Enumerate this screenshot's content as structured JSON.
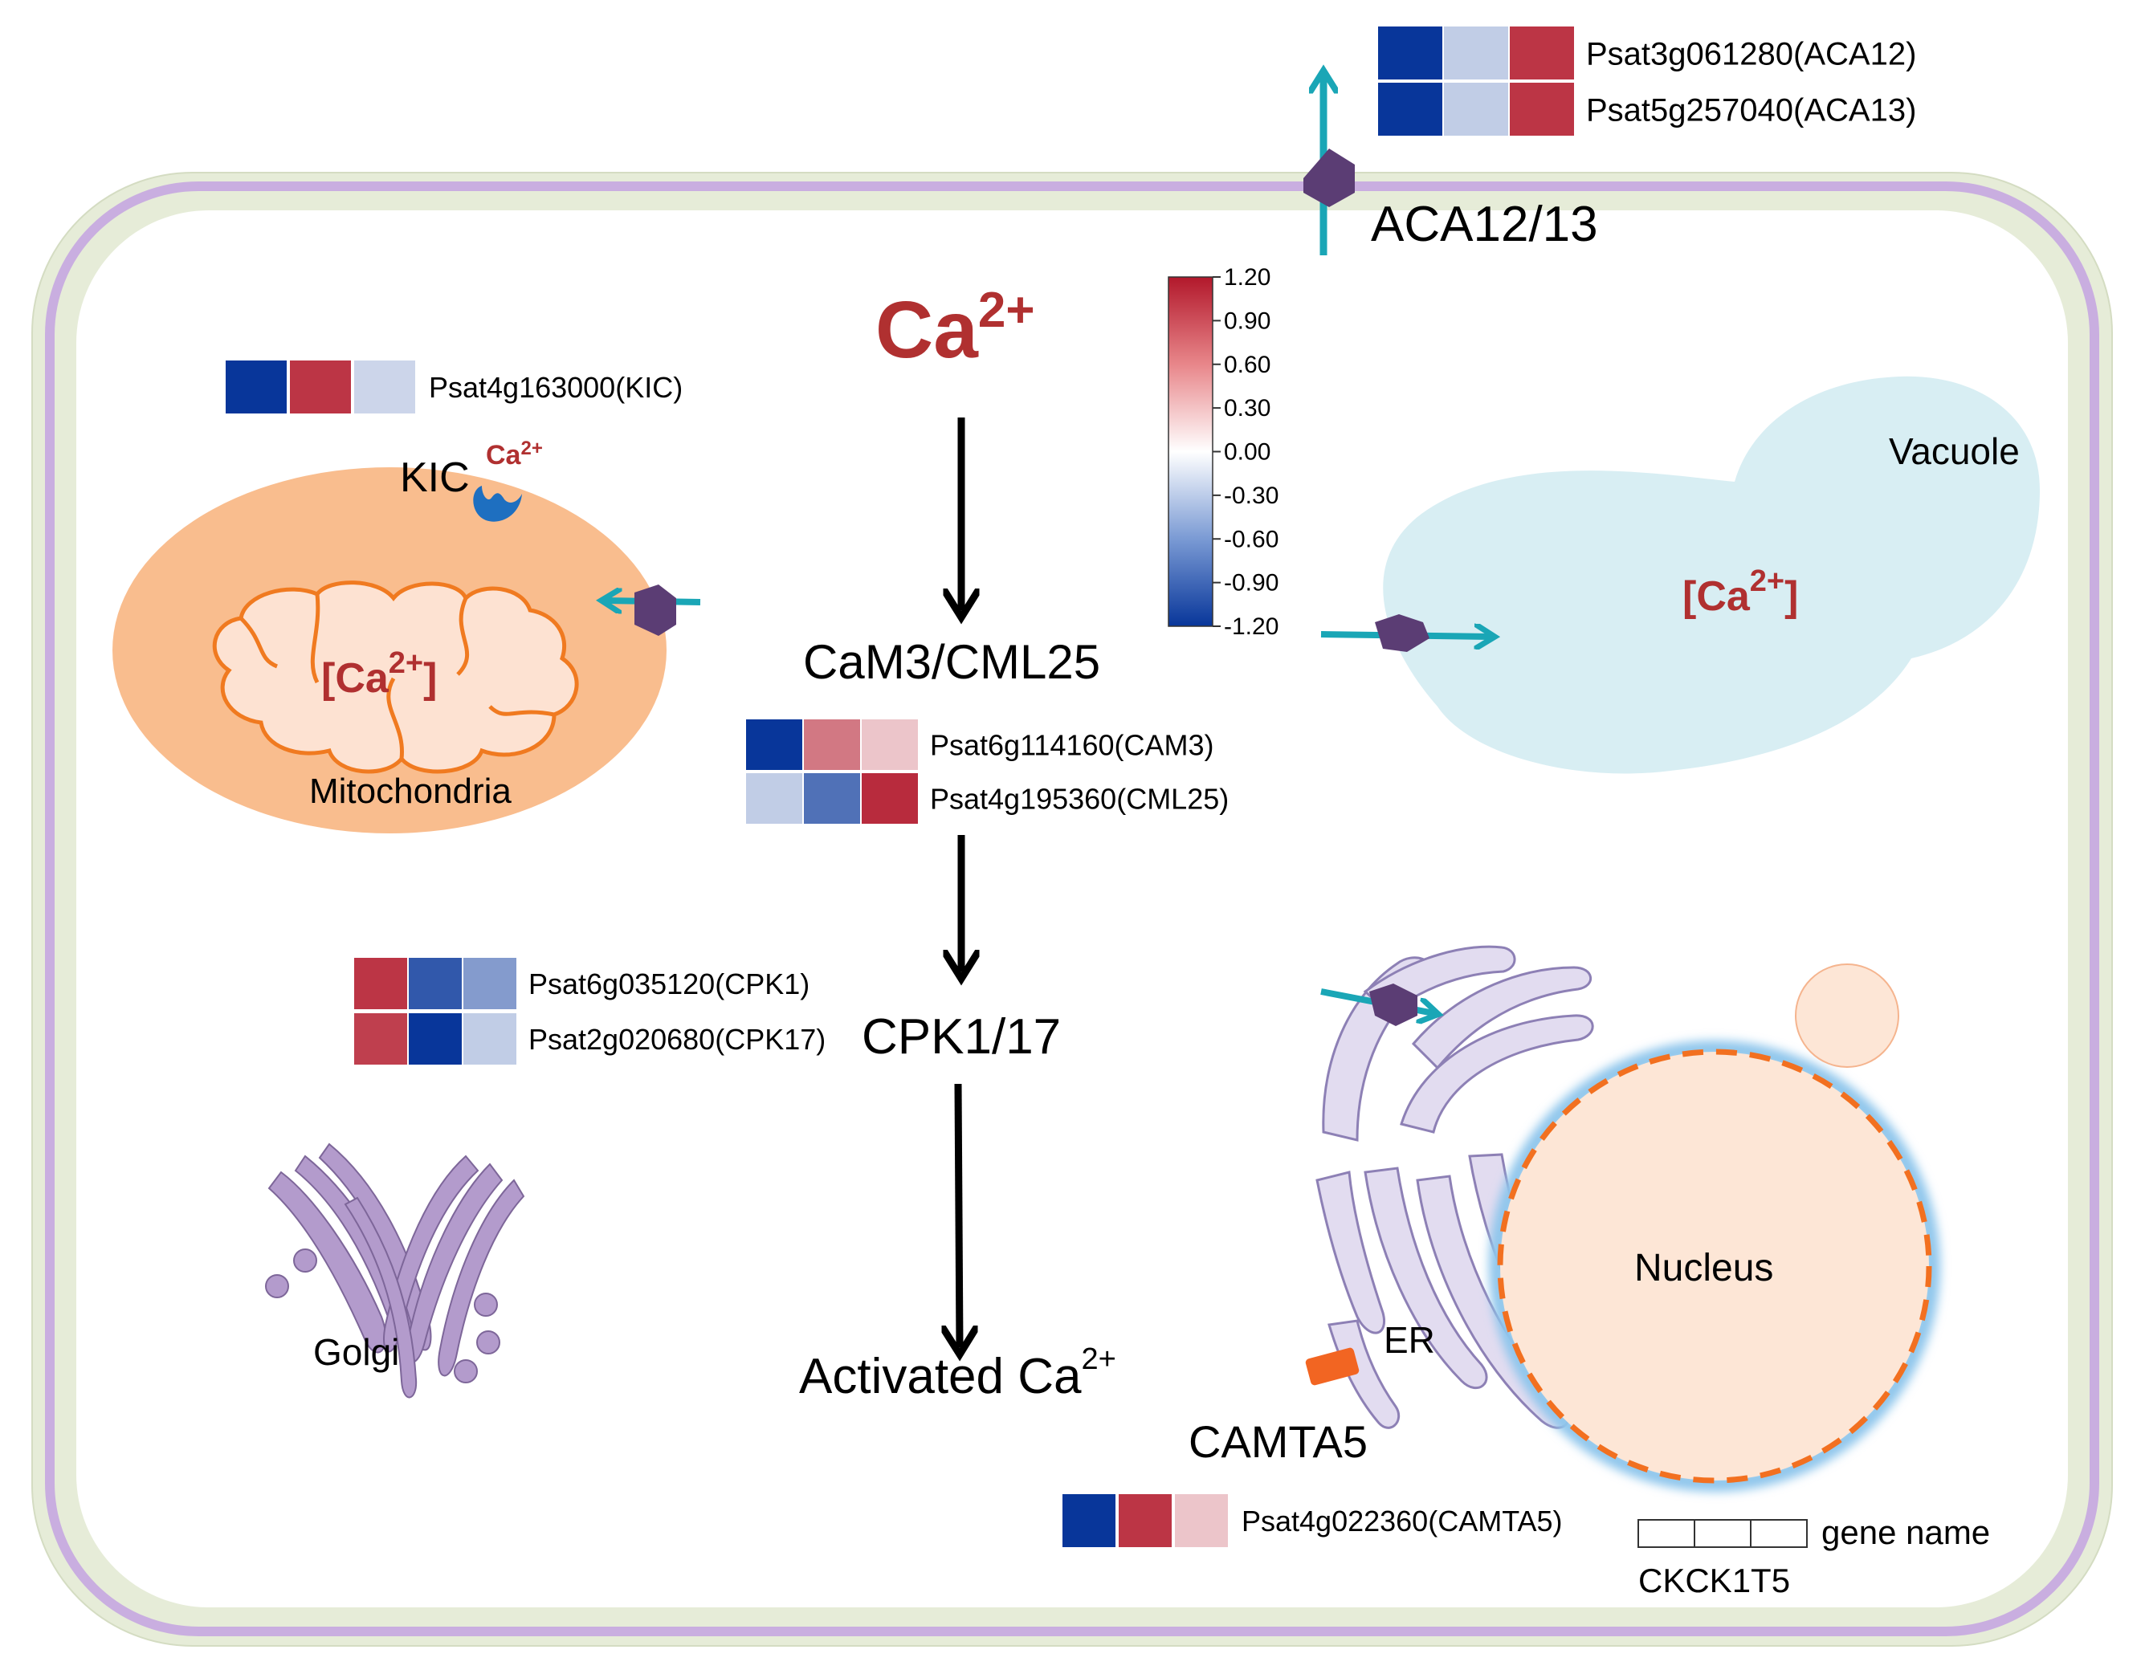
{
  "labels": {
    "ca_main_base": "Ca",
    "ca_main_sup": "2+",
    "cam3_cml25": "CaM3/CML25",
    "cpk1_17": "CPK1/17",
    "activated_base": "Activated Ca",
    "activated_sup": "2+",
    "aca12_13": "ACA12/13",
    "kic": "KIC",
    "kic_ca_base": "Ca",
    "kic_ca_sup": "2+",
    "mito_ca_open": "[Ca",
    "mito_ca_sup": "2+",
    "mito_ca_close": "]",
    "mitochondria": "Mitochondria",
    "vacuole": "Vacuole",
    "vac_ca_open": "[Ca",
    "vac_ca_sup": "2+",
    "vac_ca_close": "]",
    "golgi": "Golgi",
    "er": "ER",
    "nucleus": "Nucleus",
    "camta5": "CAMTA5"
  },
  "colors": {
    "cell_wall": "#e6ecd8",
    "membrane": "#c9aee0",
    "mitochondria_outer": "#f9bd8e",
    "mitochondria_inner": "#fde2d2",
    "mitochondria_edge": "#f07a20",
    "vacuole": "#d8eef3",
    "nucleus": "#fde6d6",
    "nuclear_envelope": "#f27020",
    "er": "#e2dcf0",
    "er_edge": "#8d80b5",
    "golgi": "#b39bcc",
    "transporter": "#5b3d74",
    "transport_arrow": "#1aa6b6",
    "kic_protein": "#1e6fc0",
    "camta5_protein": "#f26522",
    "calcium_text": "#b03030"
  },
  "icons": {
    "transporter": "hexagon-transporter-icon",
    "kic": "kic-protein-icon",
    "camta5": "camta5-protein-icon"
  },
  "heatmap": {
    "samples": [
      "CK",
      "CK1",
      "T5"
    ],
    "legend_text": "gene name",
    "scale": {
      "min": -1.2,
      "max": 1.2,
      "ticks": [
        "1.20",
        "0.90",
        "0.60",
        "0.30",
        "0.00",
        "-0.30",
        "-0.60",
        "-0.90",
        "-1.20"
      ]
    },
    "genes": [
      {
        "name": "Psat3g061280(ACA12)",
        "values": [
          -1.2,
          -0.3,
          1.05
        ]
      },
      {
        "name": "Psat5g257040(ACA13)",
        "values": [
          -1.2,
          -0.3,
          1.05
        ]
      },
      {
        "name": "Psat4g163000(KIC)",
        "values": [
          -1.2,
          1.05,
          -0.25
        ]
      },
      {
        "name": "Psat6g114160(CAM3)",
        "values": [
          -1.2,
          0.7,
          0.3
        ]
      },
      {
        "name": "Psat4g195360(CML25)",
        "values": [
          -0.3,
          -0.85,
          1.1
        ]
      },
      {
        "name": "Psat6g035120(CPK1)",
        "values": [
          1.05,
          -1.0,
          -0.6
        ]
      },
      {
        "name": "Psat2g020680(CPK17)",
        "values": [
          1.0,
          -1.2,
          -0.3
        ]
      },
      {
        "name": "Psat4g022360(CAMTA5)",
        "values": [
          -1.2,
          1.05,
          0.3
        ]
      }
    ]
  }
}
